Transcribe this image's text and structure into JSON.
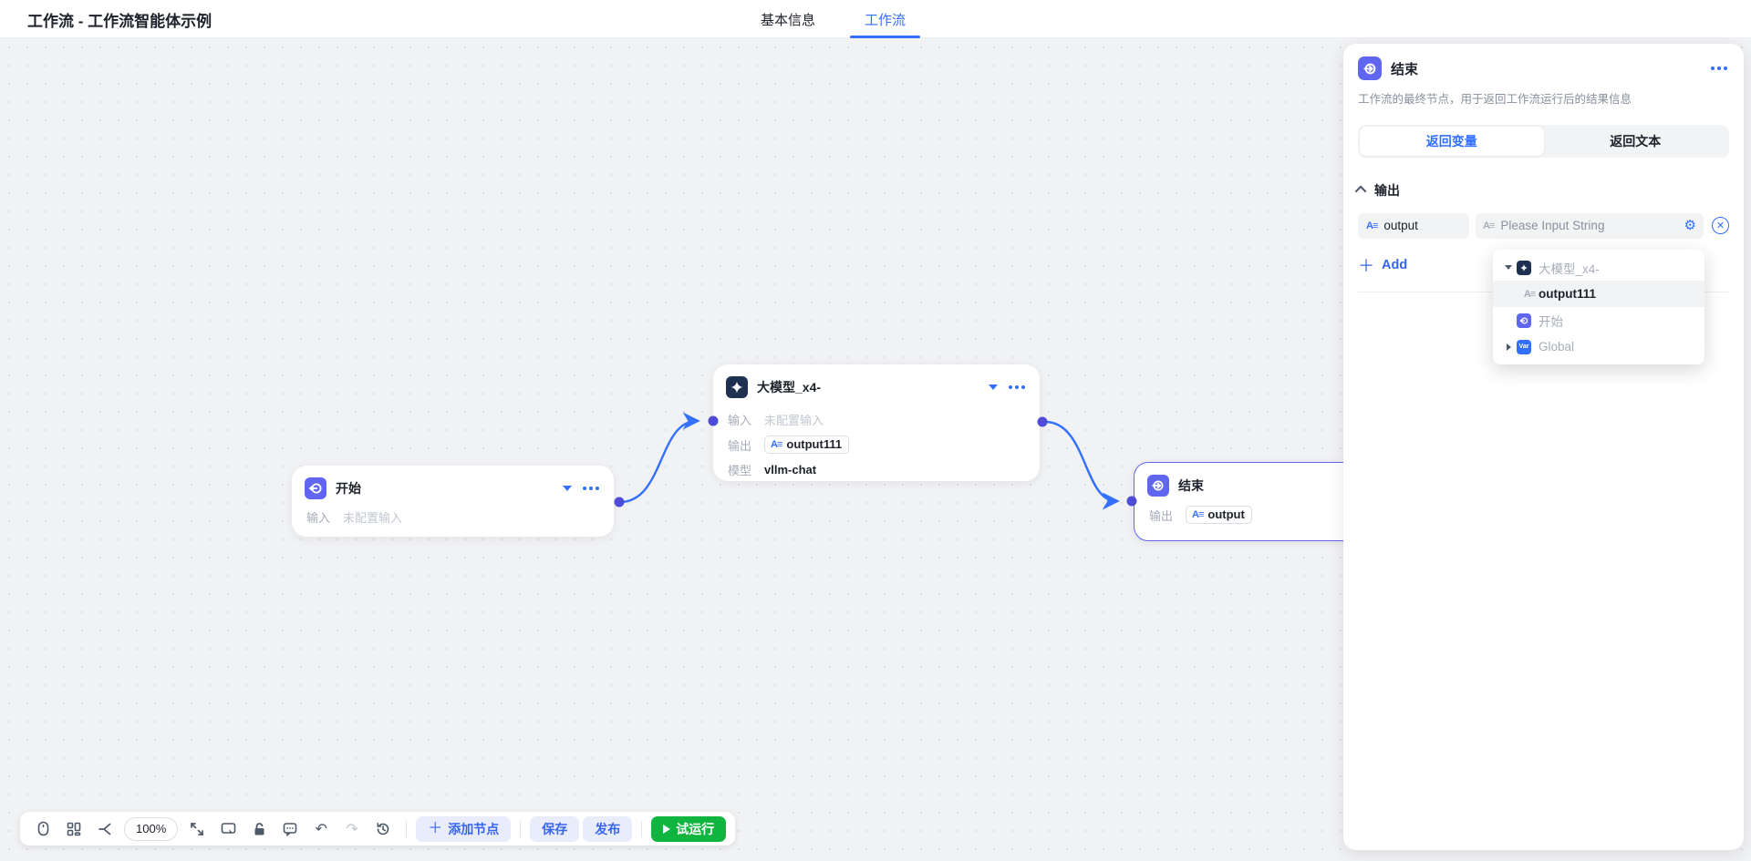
{
  "header": {
    "title": "工作流 - 工作流智能体示例",
    "tabs": [
      {
        "label": "基本信息",
        "active": false
      },
      {
        "label": "工作流",
        "active": true
      }
    ]
  },
  "canvas": {
    "nodes": {
      "start": {
        "title": "开始",
        "input_label": "输入",
        "input_value": "未配置输入"
      },
      "llm": {
        "title": "大模型_x4-",
        "input_label": "输入",
        "input_value": "未配置输入",
        "output_label": "输出",
        "output_tag": "output111",
        "model_label": "模型",
        "model_value": "vllm-chat"
      },
      "end": {
        "title": "结束",
        "output_label": "输出",
        "output_tag": "output"
      }
    }
  },
  "toolbar": {
    "zoom_level": "100%",
    "add_node_label": "添加节点",
    "save_label": "保存",
    "publish_label": "发布",
    "run_label": "试运行"
  },
  "panel": {
    "title": "结束",
    "description": "工作流的最终节点，用于返回工作流运行后的结果信息",
    "tabs": [
      {
        "label": "返回变量",
        "active": true
      },
      {
        "label": "返回文本",
        "active": false
      }
    ],
    "output_section": {
      "title": "输出",
      "name_value": "output",
      "value_placeholder": "Please Input String",
      "add_label": "Add"
    },
    "dropdown": {
      "items": [
        {
          "label": "大模型_x4-",
          "type": "llm-node",
          "state": "expanded"
        },
        {
          "label": "output111",
          "type": "string-variable",
          "state": "selected"
        },
        {
          "label": "开始",
          "type": "start-node",
          "state": "normal"
        },
        {
          "label": "Global",
          "type": "variable-group",
          "state": "collapsed"
        }
      ],
      "var_icon_text": "Var"
    }
  },
  "icons": {
    "string_type": "A≡",
    "gear": "⚙",
    "close": "✕",
    "plus": "＋",
    "undo": "↶",
    "redo": "↷"
  },
  "colors": {
    "accent_blue": "#3370ff",
    "indigo_node": "#6166f1",
    "navy_node": "#1f3150",
    "run_green": "#10b53f",
    "canvas_bg": "#f1f2f4",
    "port_dot": "#4f4bd9"
  }
}
